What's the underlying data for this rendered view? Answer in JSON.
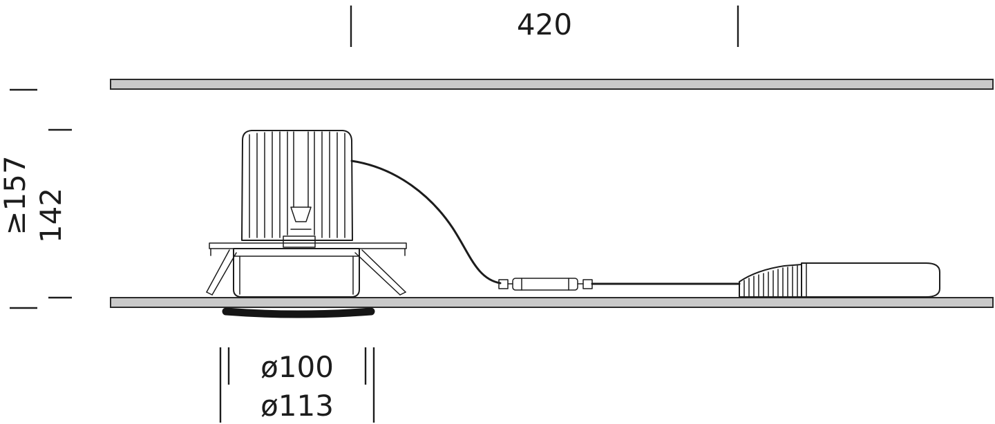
{
  "drawing": {
    "type": "technical-dimension-drawing",
    "subject": "recessed-downlight-with-remote-driver",
    "dimensions": {
      "driver_clearance_width": "420",
      "recess_depth_min": "≥157",
      "fixture_height": "142",
      "cutout_diameter": "ø100",
      "trim_diameter": "ø113"
    },
    "colors": {
      "line": "#1c1c1c",
      "slab_fill": "#c9c9c9",
      "trim_fill": "#151515",
      "background": "#ffffff"
    }
  }
}
